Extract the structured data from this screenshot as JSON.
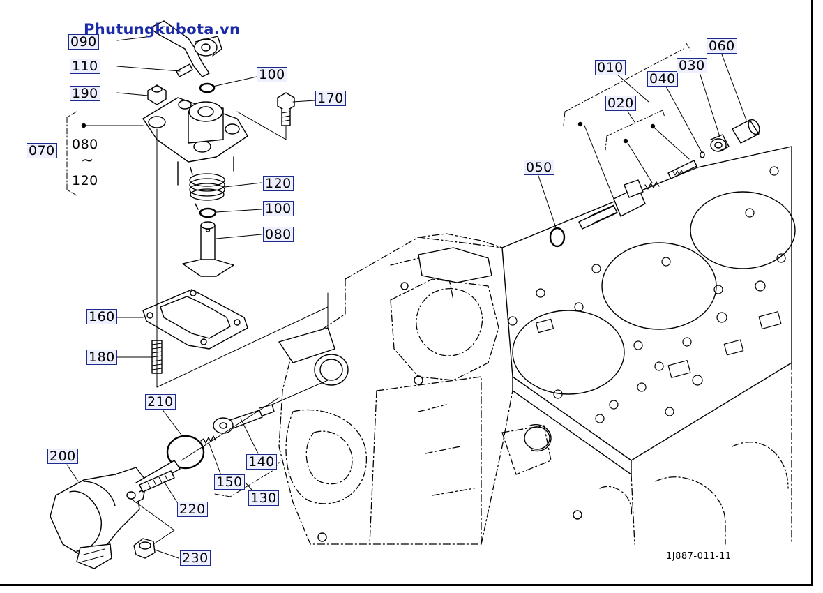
{
  "brand": "Phutungkubota.vn",
  "diagram_code": "1J887-011-11",
  "range_label": {
    "top": "080",
    "tilde": "~",
    "bottom": "120"
  },
  "callouts": {
    "p010": "010",
    "p020": "020",
    "p030": "030",
    "p040": "040",
    "p050": "050",
    "p060": "060",
    "p070": "070",
    "p080": "080",
    "p090": "090",
    "p100a": "100",
    "p100b": "100",
    "p110": "110",
    "p120": "120",
    "p130": "130",
    "p140": "140",
    "p150": "150",
    "p160": "160",
    "p170": "170",
    "p180": "180",
    "p190": "190",
    "p200": "200",
    "p210": "210",
    "p220": "220",
    "p230": "230"
  }
}
